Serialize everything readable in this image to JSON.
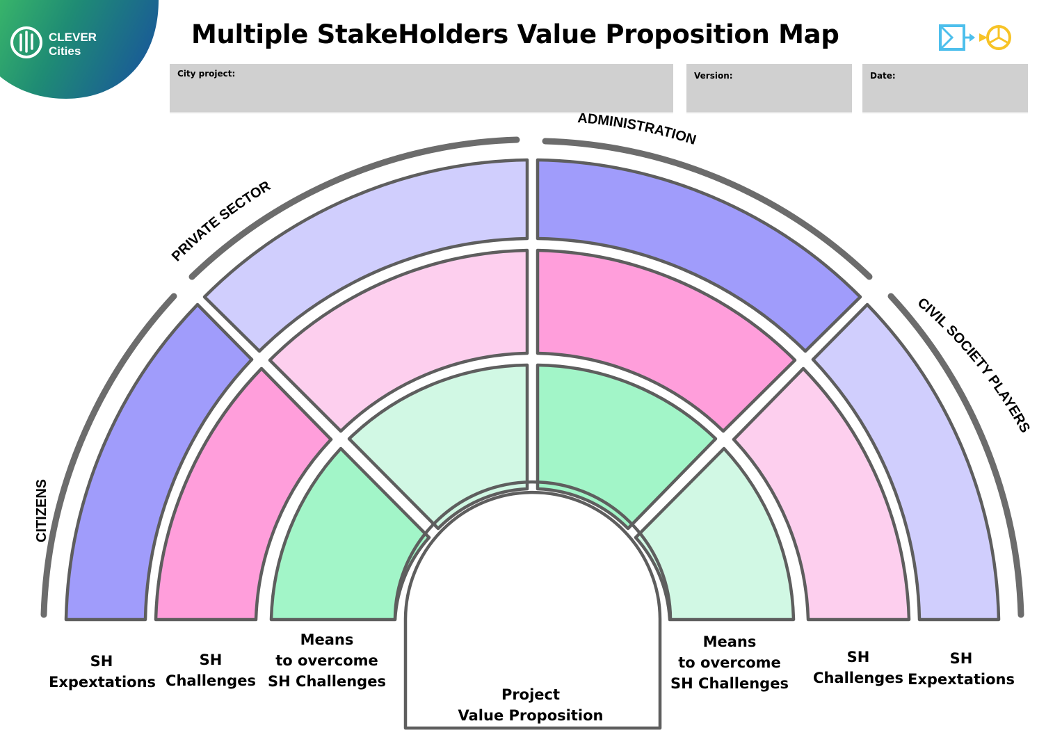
{
  "header": {
    "title": "Multiple StakeHolders Value Proposition Map",
    "logo": {
      "line1": "CLEVER",
      "line2": "Cities"
    }
  },
  "fields": {
    "city_project": {
      "label": "City project:",
      "value": ""
    },
    "version": {
      "label": "Version:",
      "value": ""
    },
    "date": {
      "label": "Date:",
      "value": ""
    }
  },
  "stakeholders": {
    "citizens": "CITIZENS",
    "private_sector": "PRIVATE SECTOR",
    "administration": "ADMINISTRATION",
    "civil_society": "CIVIL SOCIETY PLAYERS"
  },
  "columns": {
    "left": {
      "expectations": [
        "SH",
        "Expextations"
      ],
      "challenges": [
        "SH",
        "Challenges"
      ],
      "means": [
        "Means",
        "to overcome",
        "SH Challenges"
      ]
    },
    "center": [
      "Project",
      "Value Proposition"
    ],
    "right": {
      "means": [
        "Means",
        "to overcome",
        "SH Challenges"
      ],
      "challenges": [
        "SH",
        "Challenges"
      ],
      "expectations": [
        "SH",
        "Expextations"
      ]
    }
  },
  "colors": {
    "expectations_strong": "#a09cfb",
    "expectations_light": "#d0cefd",
    "challenges_strong": "#ff9edb",
    "challenges_light": "#fdcfee",
    "means_strong": "#a2f5c8",
    "means_light": "#d1f8e4",
    "outline": "#5e5e5e",
    "logo_teal": "#1f8c74",
    "logo_blue": "#1a5e95",
    "icon_blue": "#4dbfec",
    "icon_yellow": "#f7c326"
  },
  "icons": [
    "clever-cities-logo",
    "canvas-flow-icon"
  ]
}
